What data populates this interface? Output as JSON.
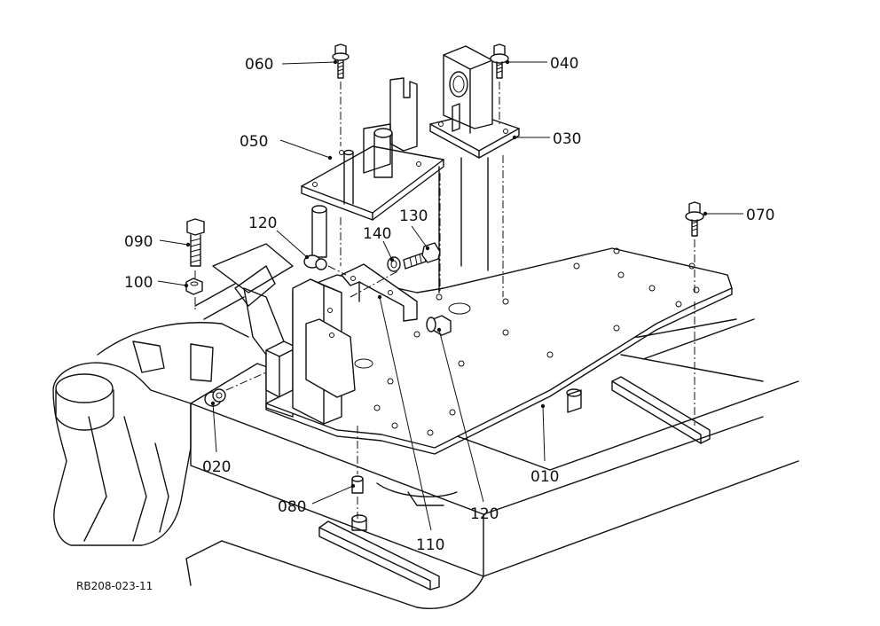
{
  "callouts": {
    "c010": "010",
    "c020": "020",
    "c030": "030",
    "c040": "040",
    "c050": "050",
    "c060": "060",
    "c070": "070",
    "c080": "080",
    "c090": "090",
    "c100": "100",
    "c110": "110",
    "c120a": "120",
    "c120b": "120",
    "c130": "130",
    "c140": "140"
  },
  "reference_code": "RB208-023-11"
}
